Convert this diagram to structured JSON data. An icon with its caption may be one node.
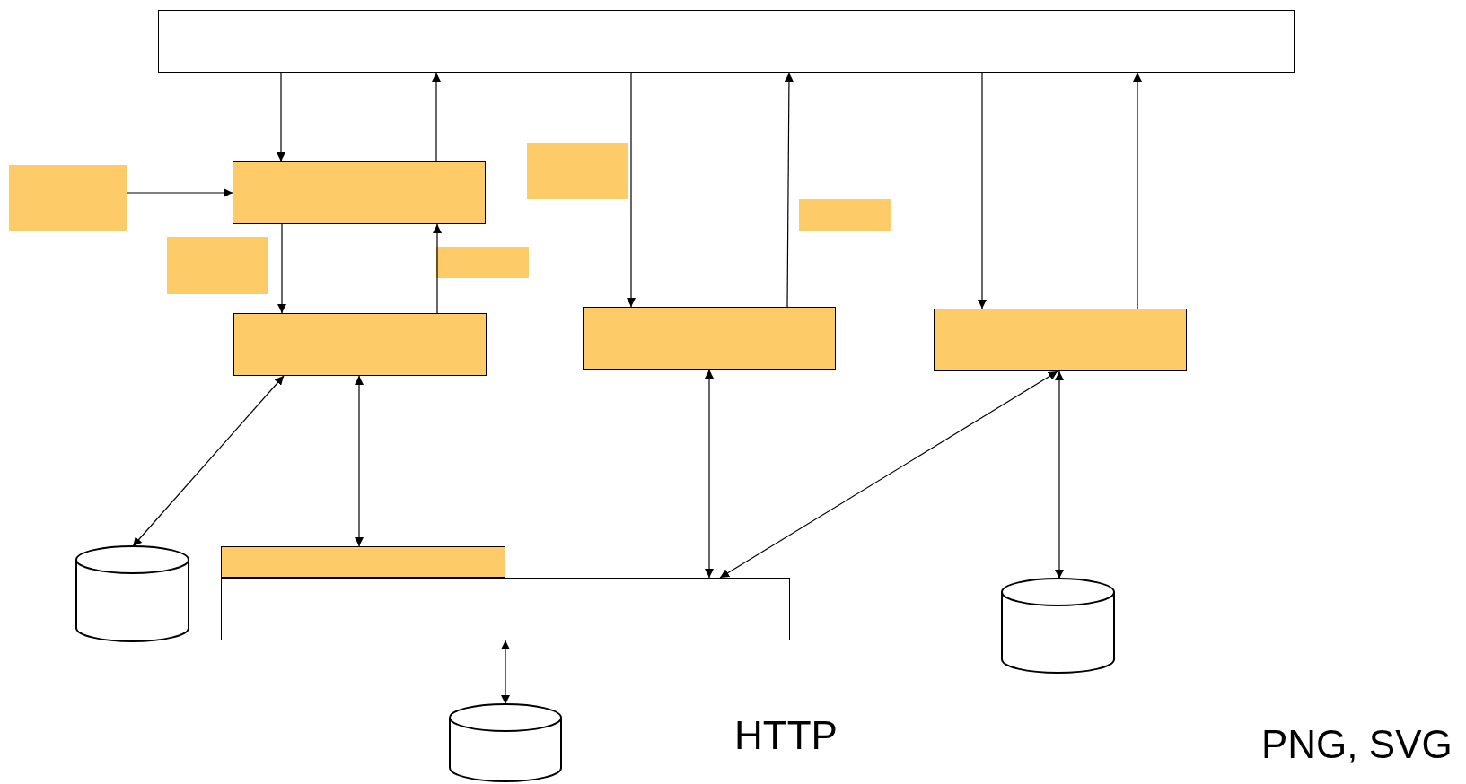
{
  "diagram": {
    "nodes": [
      {
        "text": [],
        "shape": "box"
      },
      {
        "text": [],
        "shape": "box"
      },
      {
        "text": [],
        "shape": "box"
      },
      {
        "text": [],
        "shape": "box"
      },
      {
        "text": [],
        "shape": "box"
      },
      {
        "text": [],
        "shape": "box"
      },
      {
        "text": [],
        "shape": "box"
      },
      {
        "text": [],
        "shape": "box"
      },
      {
        "text": [],
        "shape": "box"
      },
      {
        "text": [],
        "shape": "box"
      },
      {
        "text": [],
        "shape": "box"
      },
      {
        "text": [],
        "shape": "box"
      },
      {
        "text": [],
        "shape": "cylinder"
      },
      {
        "text": [],
        "shape": "cylinder"
      },
      {
        "text": [],
        "shape": "cylinder"
      }
    ],
    "edges": [
      {
        "from": 0,
        "to": 2,
        "arrow": "to"
      },
      {
        "from": 2,
        "to": 0,
        "arrow": "to"
      },
      {
        "from": 1,
        "to": 2,
        "arrow": "to"
      },
      {
        "from": 2,
        "to": 7,
        "arrow": "to"
      },
      {
        "from": 7,
        "to": 2,
        "arrow": "to"
      },
      {
        "from": 0,
        "to": 8,
        "arrow": "to"
      },
      {
        "from": 8,
        "to": 0,
        "arrow": "to"
      },
      {
        "from": 0,
        "to": 9,
        "arrow": "to"
      },
      {
        "from": 9,
        "to": 0,
        "arrow": "to"
      },
      {
        "from": 7,
        "to": 12,
        "arrow": "both"
      },
      {
        "from": 7,
        "to": 10,
        "arrow": "both"
      },
      {
        "from": 8,
        "to": 11,
        "arrow": "both"
      },
      {
        "from": 9,
        "to": 11,
        "arrow": "both"
      },
      {
        "from": 9,
        "to": 13,
        "arrow": "both"
      },
      {
        "from": 11,
        "to": 14,
        "arrow": "both"
      }
    ],
    "labels": [
      "HTTP",
      "PNG, SVG"
    ]
  }
}
